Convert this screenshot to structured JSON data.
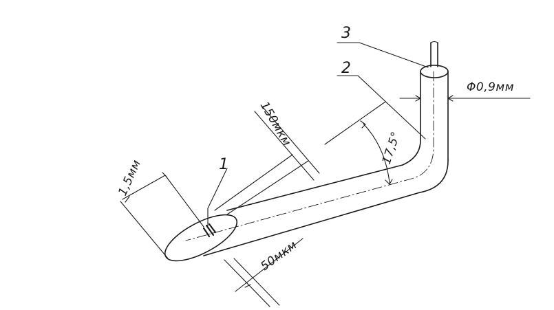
{
  "labels": {
    "part1": "1",
    "part2": "2",
    "part3": "3",
    "diameter": "Φ0,9мм",
    "angle": "17,5°",
    "length150": "150мкм",
    "length15": "1,5мм",
    "length50": "50мкм"
  },
  "colors": {
    "ink": "#1a1a1a",
    "paper": "#ffffff"
  }
}
